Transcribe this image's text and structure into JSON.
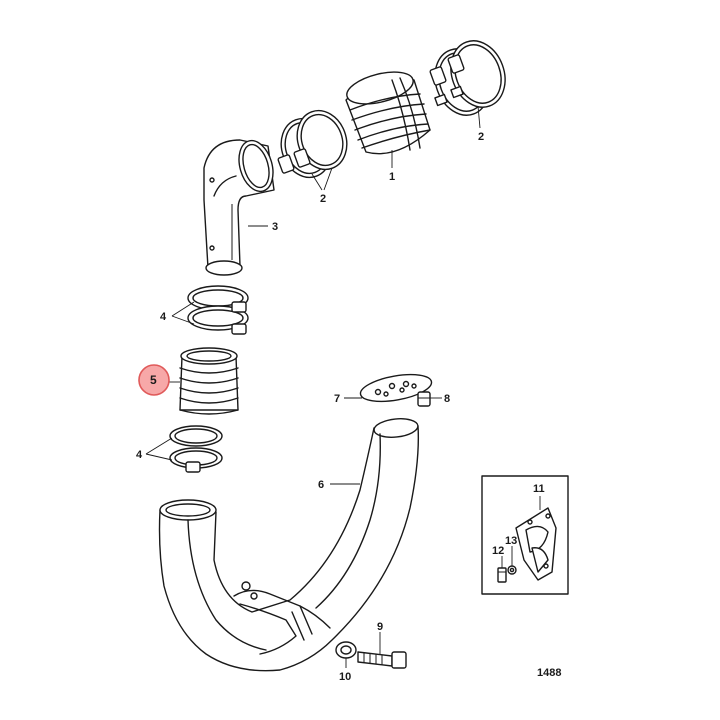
{
  "callouts": {
    "c1": "1",
    "c2a": "2",
    "c2b": "2",
    "c3": "3",
    "c4a": "4",
    "c4b": "4",
    "c5": "5",
    "c6": "6",
    "c7": "7",
    "c8": "8",
    "c9": "9",
    "c10": "10",
    "c11": "11",
    "c12": "12",
    "c13": "13"
  },
  "figure_number": "1488",
  "highlight": {
    "callout": "5",
    "fill": "#f7a8a8",
    "stroke": "#e05a5a"
  }
}
